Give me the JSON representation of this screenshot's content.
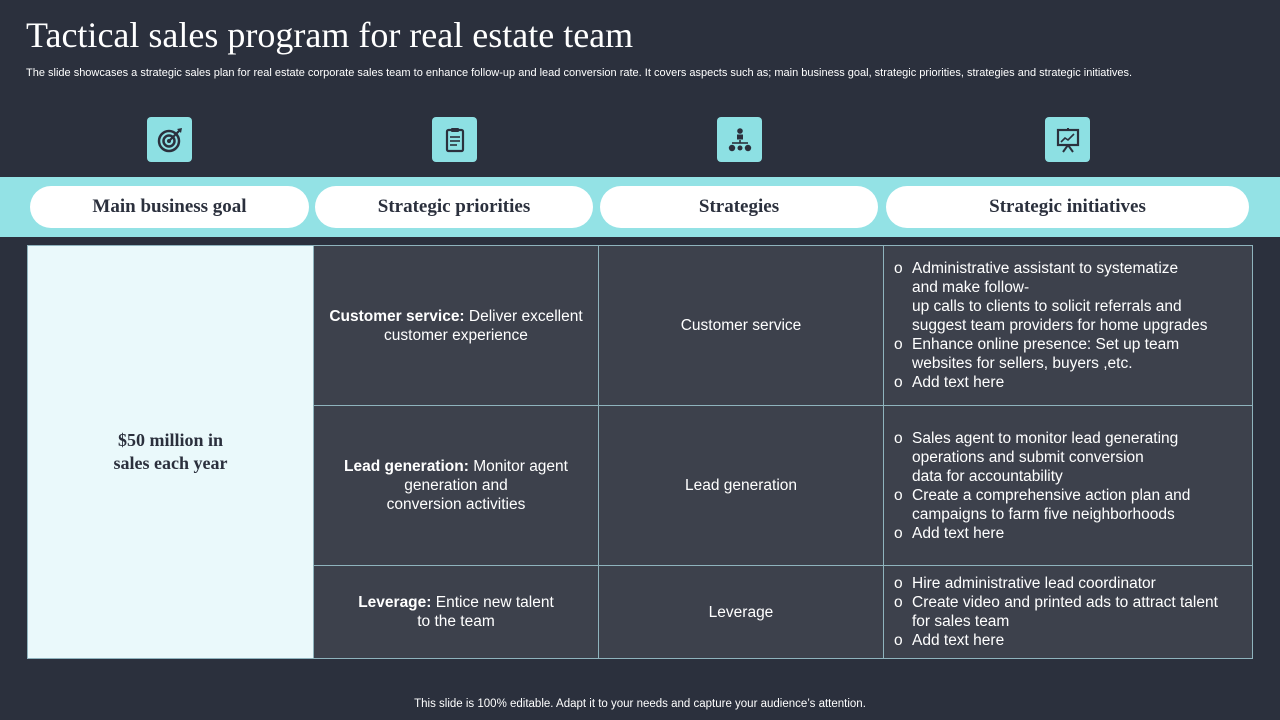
{
  "title": "Tactical sales program for real estate team",
  "subtitle": "The slide showcases a strategic sales plan for real estate corporate sales team to enhance follow-up and lead conversion rate. It covers aspects such as; main business goal, strategic priorities, strategies and strategic initiatives.",
  "icons": [
    "target-icon",
    "clipboard-icon",
    "org-chart-icon",
    "presentation-board-icon"
  ],
  "colors": {
    "background": "#2b303d",
    "accent": "#93e2e5",
    "cell": "#3d414c",
    "goal_bg": "#eaf9fb"
  },
  "headers": [
    "Main business goal",
    "Strategic priorities",
    "Strategies",
    "Strategic initiatives"
  ],
  "goal": {
    "line1": "$50 million in",
    "line2": "sales each year"
  },
  "rows": [
    {
      "priority_bold": "Customer service:",
      "priority_text_1": " Deliver excellent",
      "priority_text_2": "customer experience",
      "strategy": "Customer service",
      "initiatives": [
        {
          "lines": [
            "Administrative assistant to systematize",
            "and make follow-",
            "up calls to clients to solicit referrals and",
            "suggest team providers for home upgrades"
          ]
        },
        {
          "lines": [
            "Enhance online presence: Set up team",
            "websites for sellers, buyers ,etc."
          ]
        },
        {
          "lines": [
            "Add text here"
          ]
        }
      ]
    },
    {
      "priority_bold": "Lead generation:",
      "priority_text_1": " Monitor agent",
      "priority_text_2": "generation and",
      "priority_text_3": "conversion activities",
      "strategy": "Lead generation",
      "initiatives": [
        {
          "lines": [
            "Sales  agent to monitor lead generating",
            "operations and submit conversion",
            "data for accountability"
          ]
        },
        {
          "lines": [
            "Create a comprehensive action plan and",
            "campaigns to farm five neighborhoods"
          ]
        },
        {
          "lines": [
            "Add text here"
          ]
        }
      ]
    },
    {
      "priority_bold": "Leverage:",
      "priority_text_1": " Entice new talent",
      "priority_text_2": "to the team",
      "strategy": "Leverage",
      "initiatives": [
        {
          "lines": [
            "Hire administrative lead coordinator"
          ]
        },
        {
          "lines": [
            "Create video and printed ads to attract talent",
            "for sales team"
          ]
        },
        {
          "lines": [
            "Add text here"
          ]
        }
      ]
    }
  ],
  "footer": "This slide is 100% editable. Adapt it to your needs and capture your audience’s attention."
}
